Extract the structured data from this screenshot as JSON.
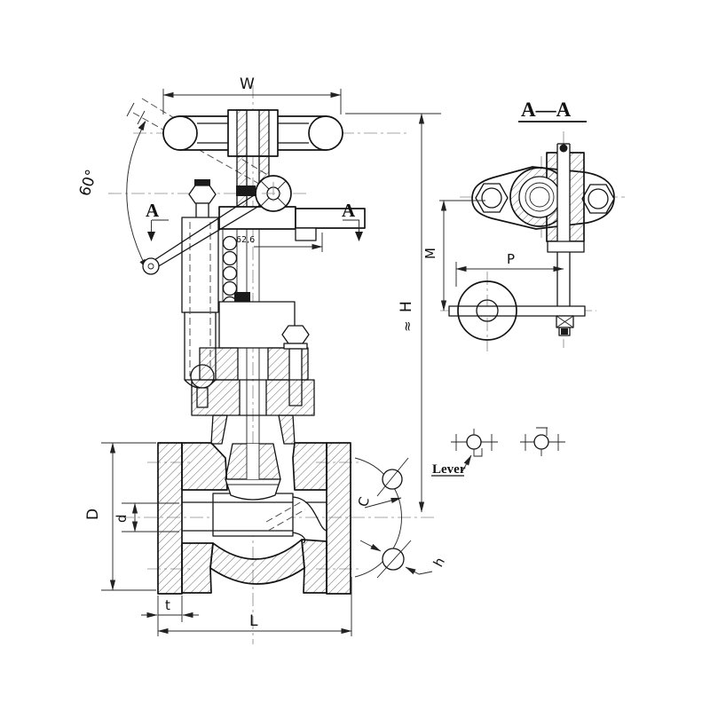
{
  "drawing": {
    "type": "valve-engineering-drawing",
    "colors": {
      "background": "#ffffff",
      "object_line": "#141414",
      "center_line": "#8a8a8a",
      "dimension_line": "#2a2a2a",
      "hatch": "#3a3a3a"
    },
    "labels": {
      "dim_w": "W",
      "dim_h": "H",
      "dim_h_approx": "≈",
      "dim_offset": "62,6",
      "angle_60": "60°",
      "section_a_left": "A",
      "section_a_right": "A",
      "dim_flange_od": "D",
      "dim_bore": "d",
      "dim_flange_thickness": "t",
      "dim_face_to_face": "L",
      "dim_bolt_circle": "C",
      "dim_bolt_hole": "h"
    },
    "section_view": {
      "title": "A—A",
      "dim_lever_height": "M",
      "dim_lever_reach": "P"
    },
    "annotations": {
      "lever_note": "Lever"
    }
  }
}
